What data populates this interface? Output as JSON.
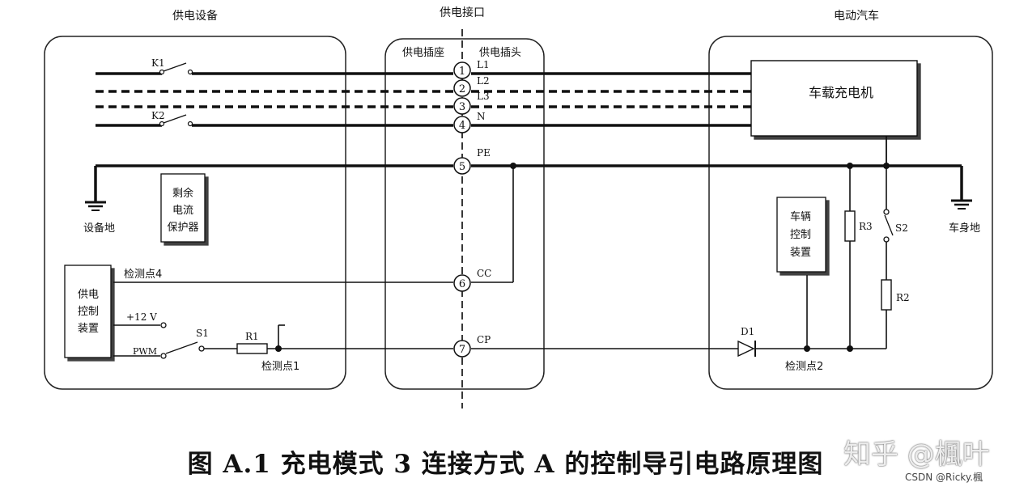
{
  "sections": {
    "supply_equipment": "供电设备",
    "interface": "供电接口",
    "vehicle": "电动汽车",
    "socket": "供电插座",
    "plug": "供电插头"
  },
  "switches": {
    "k1": "K1",
    "k2": "K2",
    "s1": "S1",
    "s2": "S2"
  },
  "pins": [
    {
      "num": "1",
      "name": "L1"
    },
    {
      "num": "2",
      "name": "L2"
    },
    {
      "num": "3",
      "name": "L3"
    },
    {
      "num": "4",
      "name": "N"
    },
    {
      "num": "5",
      "name": "PE"
    },
    {
      "num": "6",
      "name": "CC"
    },
    {
      "num": "7",
      "name": "CP"
    }
  ],
  "boxes": {
    "rcd": [
      "剩余",
      "电流",
      "保护器"
    ],
    "supply_control": [
      "供电",
      "控制",
      "装置"
    ],
    "vehicle_control": [
      "车辆",
      "控制",
      "装置"
    ],
    "charger": "车载充电机"
  },
  "labels": {
    "equipment_ground": "设备地",
    "body_ground": "车身地",
    "detect4": "检测点4",
    "detect1": "检测点1",
    "detect2": "检测点2",
    "v12": "+12 V",
    "pwm": "PWM",
    "r1": "R1",
    "r2": "R2",
    "r3": "R3",
    "d1": "D1"
  },
  "caption": "图 A.1   充电模式 3 连接方式 A 的控制导引电路原理图",
  "watermark": {
    "zhihu": "知乎 @楓叶",
    "csdn": "CSDN @Ricky.楓"
  }
}
